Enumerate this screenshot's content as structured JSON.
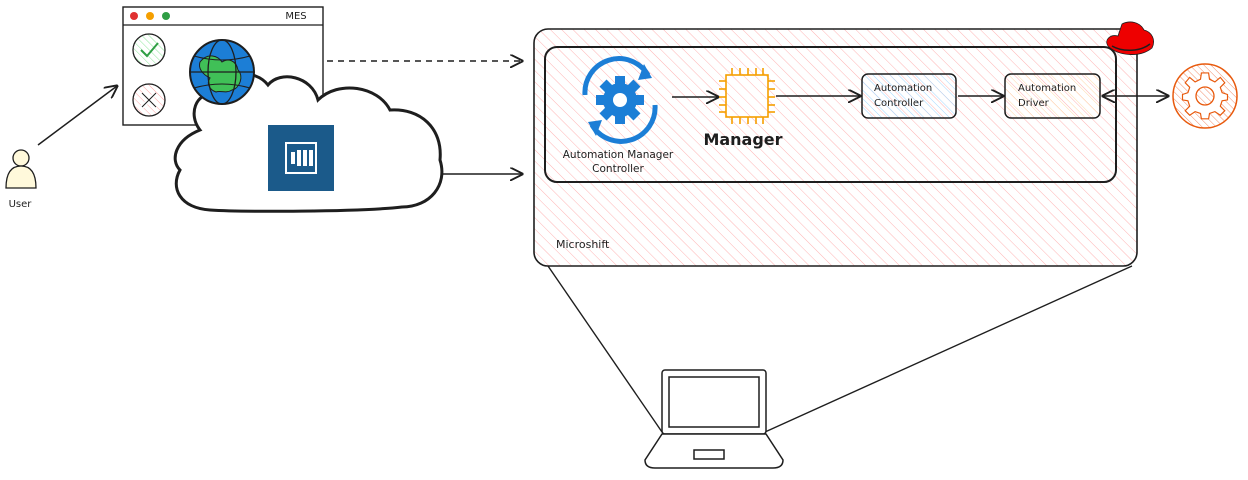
{
  "actors": {
    "user_label": "User"
  },
  "mes_window": {
    "title": "MES"
  },
  "microshift": {
    "label": "Microshift"
  },
  "components": {
    "automation_manager_controller": {
      "line1": "Automation Manager",
      "line2": "Controller"
    },
    "manager": {
      "label": "Manager"
    },
    "automation_controller": {
      "line1": "Automation",
      "line2": "Controller"
    },
    "automation_driver": {
      "line1": "Automation",
      "line2": "Driver"
    }
  },
  "colors": {
    "stroke": "#1e1e1e",
    "microshift_hatch": "#ffc9c9",
    "manager_chip": "#f59f00",
    "controller_fill": "#a5d8ff",
    "driver_fill": "#ffec99",
    "cloud_badge": "#1b5a8a",
    "redhat": "#ee0000",
    "gear_external": "#e8590c",
    "check_fill": "#b2f2bb",
    "cross_fill": "#ffc9c9",
    "globe_blue": "#1971c2",
    "globe_green": "#2f9e44",
    "amc_gear": "#1c7ed6"
  },
  "icons": [
    "user-icon",
    "browser-window",
    "check-icon",
    "cross-icon",
    "globe-icon",
    "cloud-shape",
    "cloud-badge-icon",
    "redhat-icon",
    "gear-icon",
    "chip-icon",
    "laptop-icon"
  ]
}
